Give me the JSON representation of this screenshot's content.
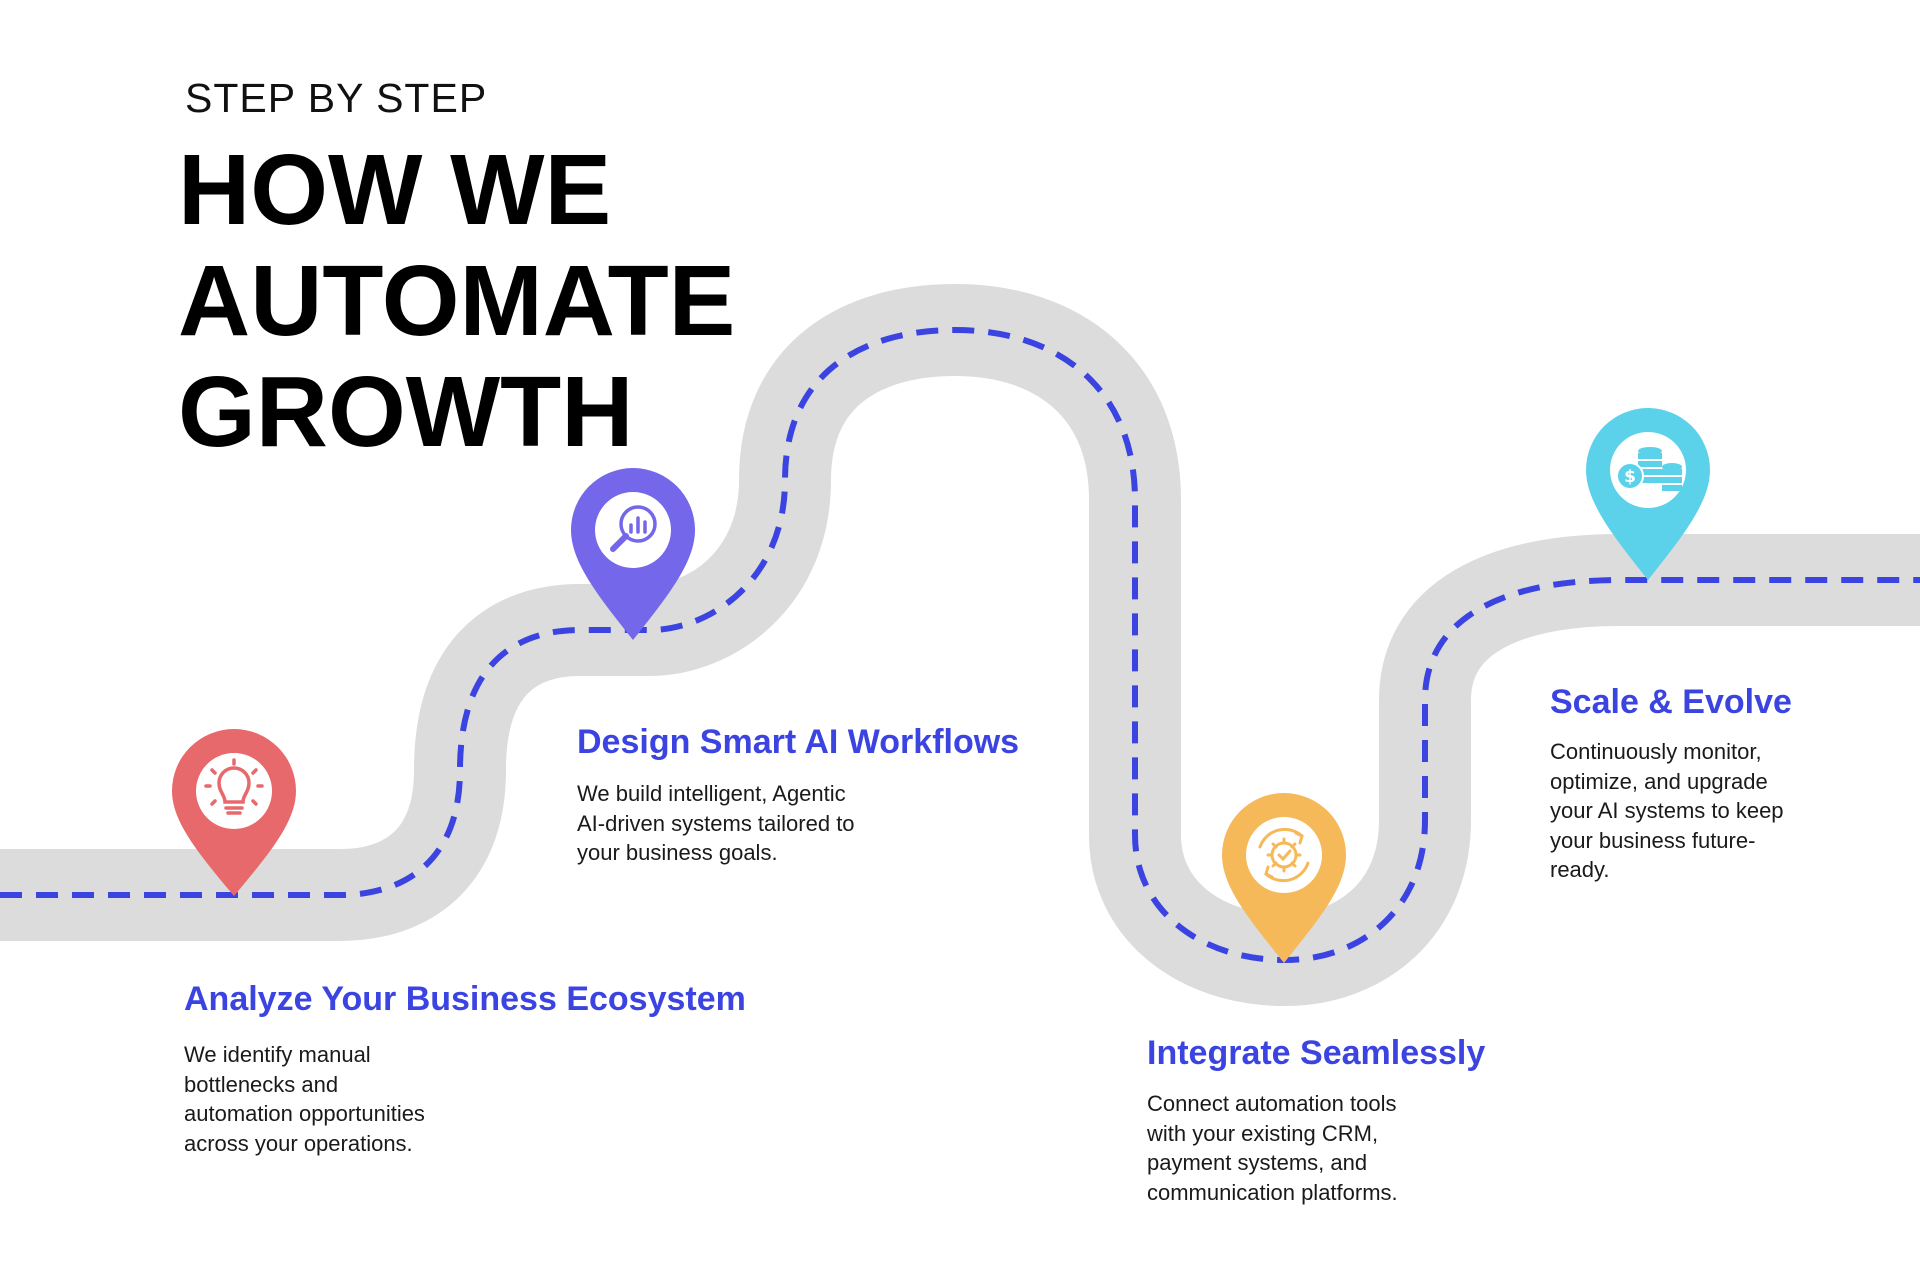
{
  "header": {
    "kicker": "STEP BY STEP",
    "title_lines": [
      "HOW WE",
      "AUTOMATE",
      "GROWTH"
    ]
  },
  "colors": {
    "road": "#dcdcdc",
    "dash": "#3b44e0",
    "title_text": "#3b44e0",
    "pin_red": "#e8696b",
    "pin_purple": "#7467ea",
    "pin_orange": "#f6b95a",
    "pin_cyan": "#5bd2ea"
  },
  "steps": [
    {
      "title": "Analyze Your Business Ecosystem",
      "description_lines": [
        "We identify manual",
        "bottlenecks and",
        "automation opportunities",
        "across your operations."
      ],
      "icon": "lightbulb-icon",
      "pin_color": "#e8696b"
    },
    {
      "title": "Design Smart AI Workflows",
      "description_lines": [
        "We build intelligent, Agentic",
        "AI-driven systems tailored to",
        "your business goals."
      ],
      "icon": "magnifier-chart-icon",
      "pin_color": "#7467ea"
    },
    {
      "title": "Integrate Seamlessly",
      "description_lines": [
        "Connect automation tools",
        "with your existing CRM,",
        "payment systems, and",
        "communication platforms."
      ],
      "icon": "gear-cycle-icon",
      "pin_color": "#f6b95a"
    },
    {
      "title": "Scale & Evolve",
      "description_lines": [
        "Continuously monitor,",
        "optimize, and upgrade",
        "your AI systems to keep",
        "your business future-",
        "ready."
      ],
      "icon": "coins-dollar-icon",
      "pin_color": "#5bd2ea"
    }
  ]
}
